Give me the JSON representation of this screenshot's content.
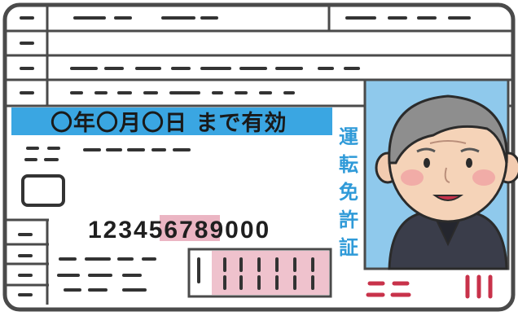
{
  "card": {
    "validity_text": "〇年〇月〇日 まで有効",
    "side_label": [
      "運",
      "転",
      "免",
      "許",
      "証"
    ],
    "number": "123456789000",
    "colors": {
      "outline": "#4a4a4a",
      "validity_band": "#3aa6e2",
      "photo_bg": "#8fc9ec",
      "pink": "#e8a8b8",
      "red_mark": "#c8324a",
      "label_blue": "#2f9ad8"
    }
  }
}
